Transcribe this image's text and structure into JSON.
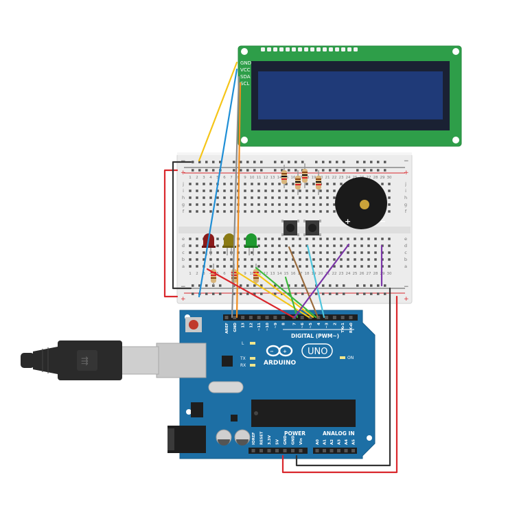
{
  "lcd": {
    "pins": [
      "GND",
      "VCC",
      "SDA",
      "SCL"
    ]
  },
  "breadboard": {
    "row_letters_top": [
      "j",
      "i",
      "h",
      "g",
      "f"
    ],
    "row_letters_bottom": [
      "e",
      "d",
      "c",
      "b",
      "a"
    ],
    "column_numbers": [
      "1",
      "2",
      "3",
      "4",
      "5",
      "6",
      "7",
      "8",
      "9",
      "10",
      "11",
      "12",
      "13",
      "14",
      "15",
      "16",
      "17",
      "18",
      "19",
      "20",
      "21",
      "22",
      "23",
      "24",
      "25",
      "26",
      "27",
      "28",
      "29",
      "30"
    ],
    "rail_plus": "+",
    "rail_minus": "−"
  },
  "buzzer": {
    "plus_label": "+",
    "minus_label": "−"
  },
  "arduino": {
    "brand_label": "ARDUINO",
    "model_label": "UNO",
    "digital_label": "DIGITAL (PWM~)",
    "power_label": "POWER",
    "analog_label": "ANALOG IN",
    "on_label": "ON",
    "led_labels": [
      "L",
      "TX",
      "RX"
    ],
    "digital_pins": [
      "AREF",
      "GND",
      "13",
      "12",
      "~11",
      "~10",
      "~9",
      "8",
      "7",
      "~6",
      "~5",
      "4",
      "~3",
      "2",
      "TX▸1",
      "RX◂0"
    ],
    "power_pins": [
      "IOREF",
      "RESET",
      "3.3V",
      "5V",
      "GND",
      "GND",
      "Vin"
    ],
    "analog_pins": [
      "A0",
      "A1",
      "A2",
      "A3",
      "A4",
      "A5"
    ]
  },
  "wire_colors": {
    "yellow": "#f5c518",
    "blue": "#1e8ed6",
    "orange": "#f08c1e",
    "gray": "#8c8c8c",
    "red": "#d9262b",
    "black": "#333333",
    "green": "#3db83d",
    "purple": "#7b35a8",
    "brown": "#9a6b3c",
    "cyan": "#4cc4dc"
  }
}
